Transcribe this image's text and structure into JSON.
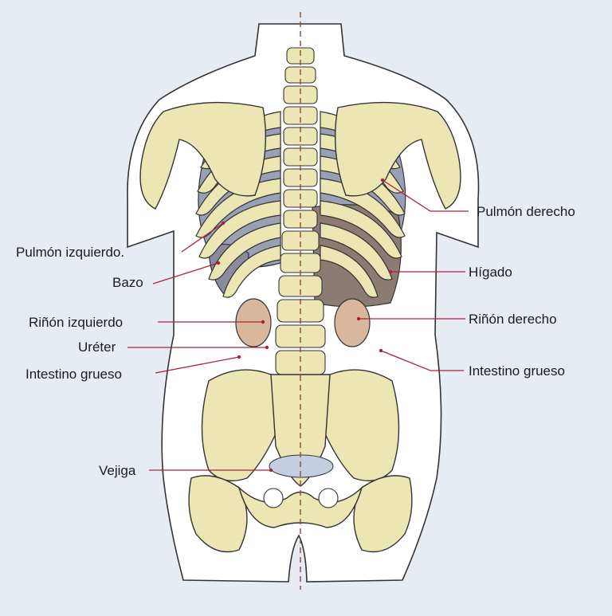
{
  "labels": {
    "left_lung": "Pulmón izquierdo.",
    "spleen": "Bazo",
    "left_kidney": "Riñón izquierdo",
    "ureter": "Uréter",
    "large_intestine_left": "Intestino grueso",
    "bladder": "Vejiga",
    "right_lung": "Pulmón derecho",
    "liver": "Hígado",
    "right_kidney": "Riñón derecho",
    "large_intestine_right": "Intestino grueso"
  },
  "colors": {
    "background": "#e6ecf2",
    "body_outline": "#ffffff",
    "bone": "#ece5b4",
    "lung": "#9aa0b3",
    "liver": "#8b7b72",
    "kidney": "#d9b79c",
    "leader_line": "#a8243c",
    "bladder": "#c3cfe0"
  }
}
